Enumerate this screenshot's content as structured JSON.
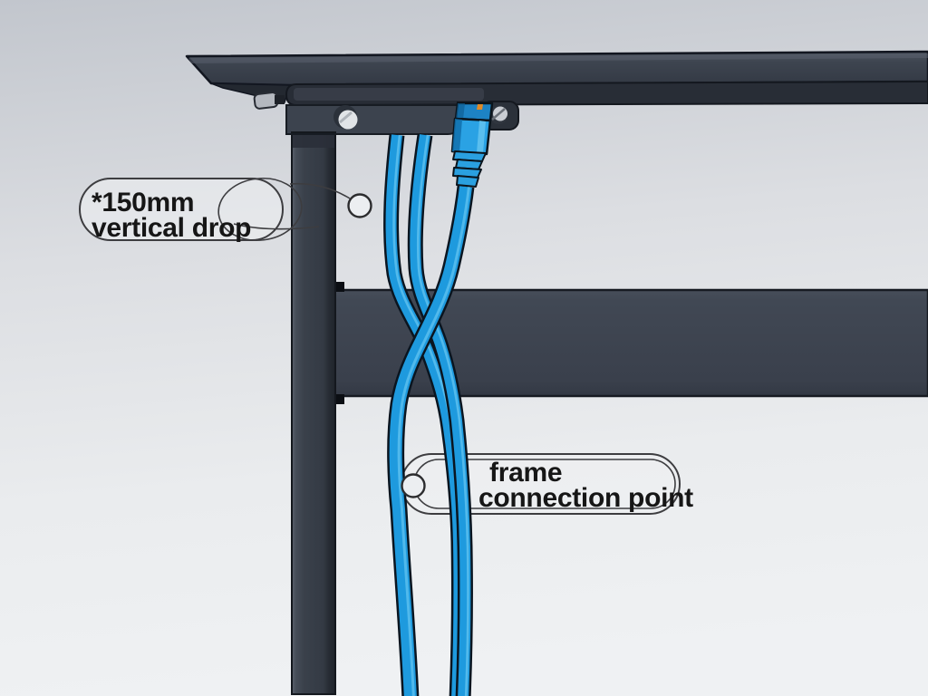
{
  "page": {
    "type": "technical-illustration",
    "subject": "standing desk under-desk cable routing diagram with annotation callouts"
  },
  "callouts": {
    "vertical_drop": {
      "line1": "*150mm",
      "line2": "vertical drop"
    },
    "frame_connection": {
      "line1": "frame",
      "line2": "connection point"
    }
  },
  "colors": {
    "cable": "#1e9ade",
    "cable_outline": "#0a1520",
    "cable_highlight": "#5cc0ef",
    "plug_body": "#2aa2e4",
    "desktop_face": "#3e4550",
    "rail_face": "#282d36",
    "bracket_face": "#3c434e",
    "crossbar_face": "#3e4450",
    "marker_fill": "#eceef1",
    "callout_outline": "#3d3d40",
    "bg_top": "#c2c6cd",
    "bg_bottom": "#eef0f2"
  }
}
